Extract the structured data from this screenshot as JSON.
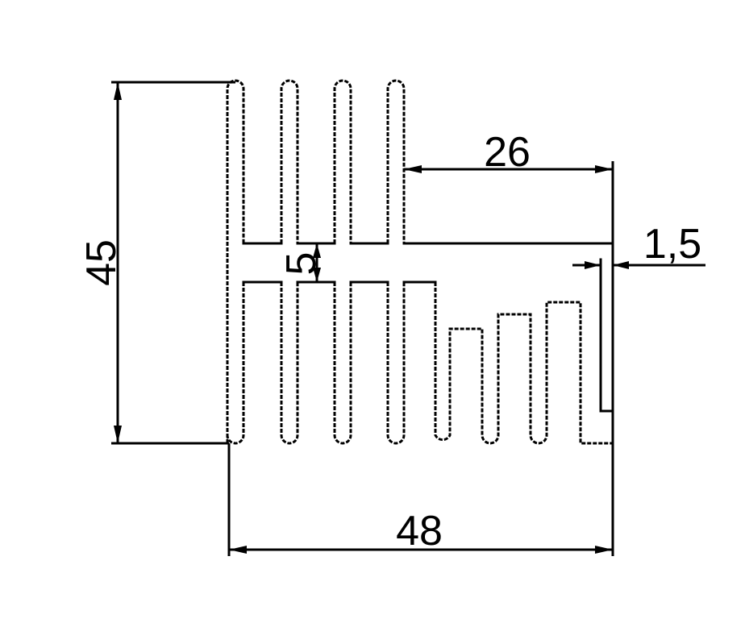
{
  "drawing": {
    "dimensions": {
      "height_total": "45",
      "fin_channel_depth": "26",
      "wall_thickness": "1,5",
      "base_gap": "5",
      "width_total": "48"
    },
    "colors": {
      "line": "#000000",
      "background": "#ffffff"
    }
  }
}
